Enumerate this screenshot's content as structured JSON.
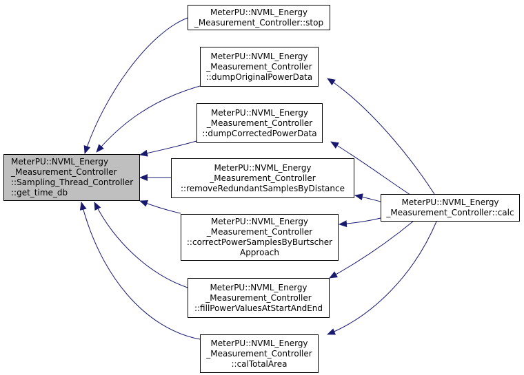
{
  "diagram": {
    "edge_color": "#191970",
    "highlight_fill": "#bfbfbf",
    "nodes": {
      "get_time_db": {
        "lines": [
          "MeterPU::NVML_Energy",
          "_Measurement_Controller",
          "::Sampling_Thread_Controller",
          "::get_time_db"
        ]
      },
      "stop": {
        "lines": [
          "MeterPU::NVML_Energy",
          "_Measurement_Controller::stop"
        ]
      },
      "dumpOriginalPowerData": {
        "lines": [
          "MeterPU::NVML_Energy",
          "_Measurement_Controller",
          "::dumpOriginalPowerData"
        ]
      },
      "dumpCorrectedPowerData": {
        "lines": [
          "MeterPU::NVML_Energy",
          "_Measurement_Controller",
          "::dumpCorrectedPowerData"
        ]
      },
      "removeRedundantSamplesByDistance": {
        "lines": [
          "MeterPU::NVML_Energy",
          "_Measurement_Controller",
          "::removeRedundantSamplesByDistance"
        ]
      },
      "correctPowerSamplesByBurtscherApproach": {
        "lines": [
          "MeterPU::NVML_Energy",
          "_Measurement_Controller",
          "::correctPowerSamplesByBurtscher",
          "Approach"
        ]
      },
      "fillPowerValuesAtStartAndEnd": {
        "lines": [
          "MeterPU::NVML_Energy",
          "_Measurement_Controller",
          "::fillPowerValuesAtStartAndEnd"
        ]
      },
      "calTotalArea": {
        "lines": [
          "MeterPU::NVML_Energy",
          "_Measurement_Controller",
          "::calTotalArea"
        ]
      },
      "calc": {
        "lines": [
          "MeterPU::NVML_Energy",
          "_Measurement_Controller::calc"
        ]
      }
    }
  }
}
